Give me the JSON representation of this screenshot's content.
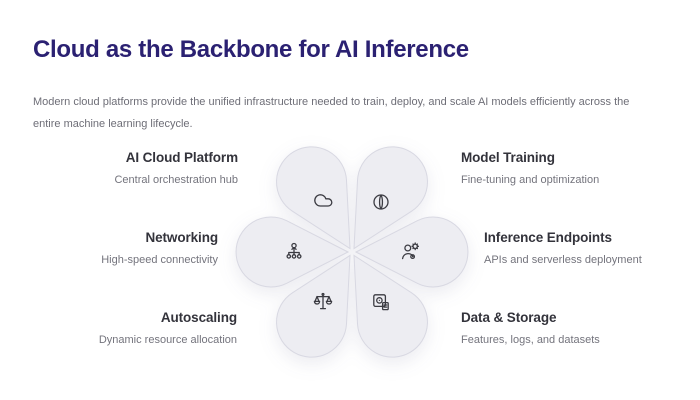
{
  "header": {
    "title": "Cloud as the Backbone for AI Inference",
    "description": "Modern cloud platforms provide the unified infrastructure needed to train, deploy, and scale AI models efficiently across the entire machine learning lifecycle."
  },
  "colors": {
    "title_text": "#2b2172",
    "item_title_text": "#33333b",
    "muted_text": "#74747d",
    "petal_fill": "#ededf2",
    "petal_border": "#d8d8e2",
    "icon_stroke": "#3b3b42",
    "background": "#ffffff"
  },
  "diagram": {
    "type": "six-petal-flower",
    "items": [
      {
        "id": "ai-cloud-platform",
        "position": "top-left",
        "icon": "cloud-icon",
        "title": "AI Cloud Platform",
        "subtitle": "Central orchestration hub"
      },
      {
        "id": "model-training",
        "position": "top-right",
        "icon": "brain-icon",
        "title": "Model Training",
        "subtitle": "Fine-tuning and optimization"
      },
      {
        "id": "networking",
        "position": "middle-left",
        "icon": "network-nodes-icon",
        "title": "Networking",
        "subtitle": "High-speed connectivity"
      },
      {
        "id": "inference-endpoints",
        "position": "middle-right",
        "icon": "user-gear-icon",
        "title": "Inference Endpoints",
        "subtitle": "APIs and serverless deployment"
      },
      {
        "id": "autoscaling",
        "position": "bottom-left",
        "icon": "scales-icon",
        "title": "Autoscaling",
        "subtitle": "Dynamic resource allocation"
      },
      {
        "id": "data-storage",
        "position": "bottom-right",
        "icon": "disk-file-icon",
        "title": "Data & Storage",
        "subtitle": "Features, logs, and datasets"
      }
    ]
  }
}
